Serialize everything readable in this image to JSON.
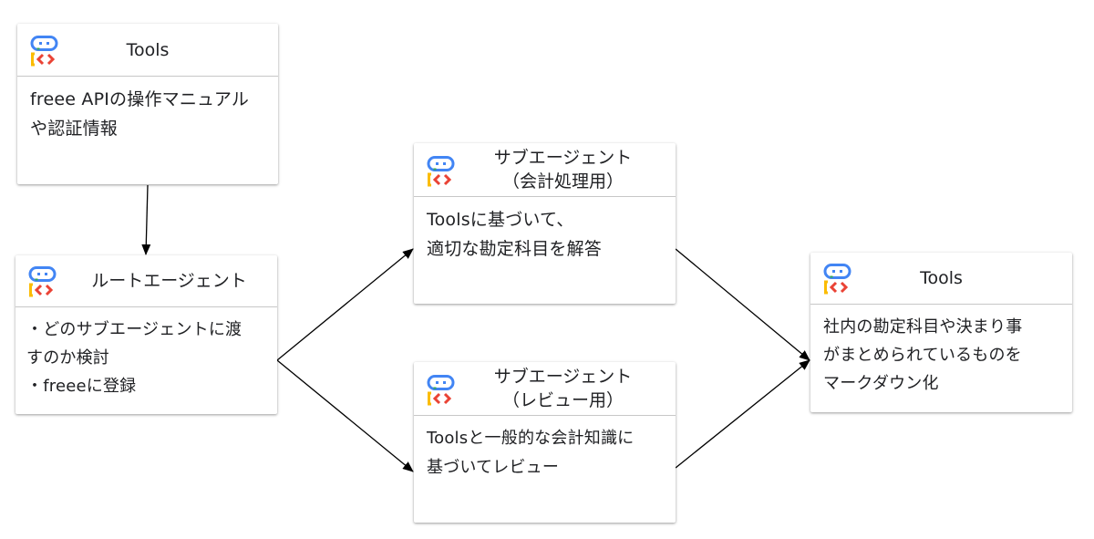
{
  "colors": {
    "blue": "#4285F4",
    "green": "#34A853",
    "yellow": "#FBBC04",
    "red": "#EA4335",
    "edge": "#000000"
  },
  "nodes": {
    "tools_top": {
      "title": "Tools",
      "body": "freee APIの操作マニュアル\nや認証情報",
      "icon": "agent-icon"
    },
    "root": {
      "title": "ルートエージェント",
      "body": "・どのサブエージェントに渡\nすのか検討\n・freeeに登録",
      "icon": "agent-icon"
    },
    "sub_accounting": {
      "title": "サブエージェント\n（会計処理用）",
      "body": "Toolsに基づいて、\n適切な勘定科目を解答",
      "icon": "agent-icon"
    },
    "sub_review": {
      "title": "サブエージェント\n（レビュー用）",
      "body": "Toolsと一般的な会計知識に\n基づいてレビュー",
      "icon": "agent-icon"
    },
    "tools_right": {
      "title": "Tools",
      "body": "社内の勘定科目や決まり事\nがまとめられているものを\nマークダウン化",
      "icon": "agent-icon"
    }
  },
  "edges": [
    {
      "from": "tools_top",
      "to": "root"
    },
    {
      "from": "root",
      "to": "sub_accounting"
    },
    {
      "from": "root",
      "to": "sub_review"
    },
    {
      "from": "sub_accounting",
      "to": "tools_right"
    },
    {
      "from": "sub_review",
      "to": "tools_right"
    }
  ]
}
